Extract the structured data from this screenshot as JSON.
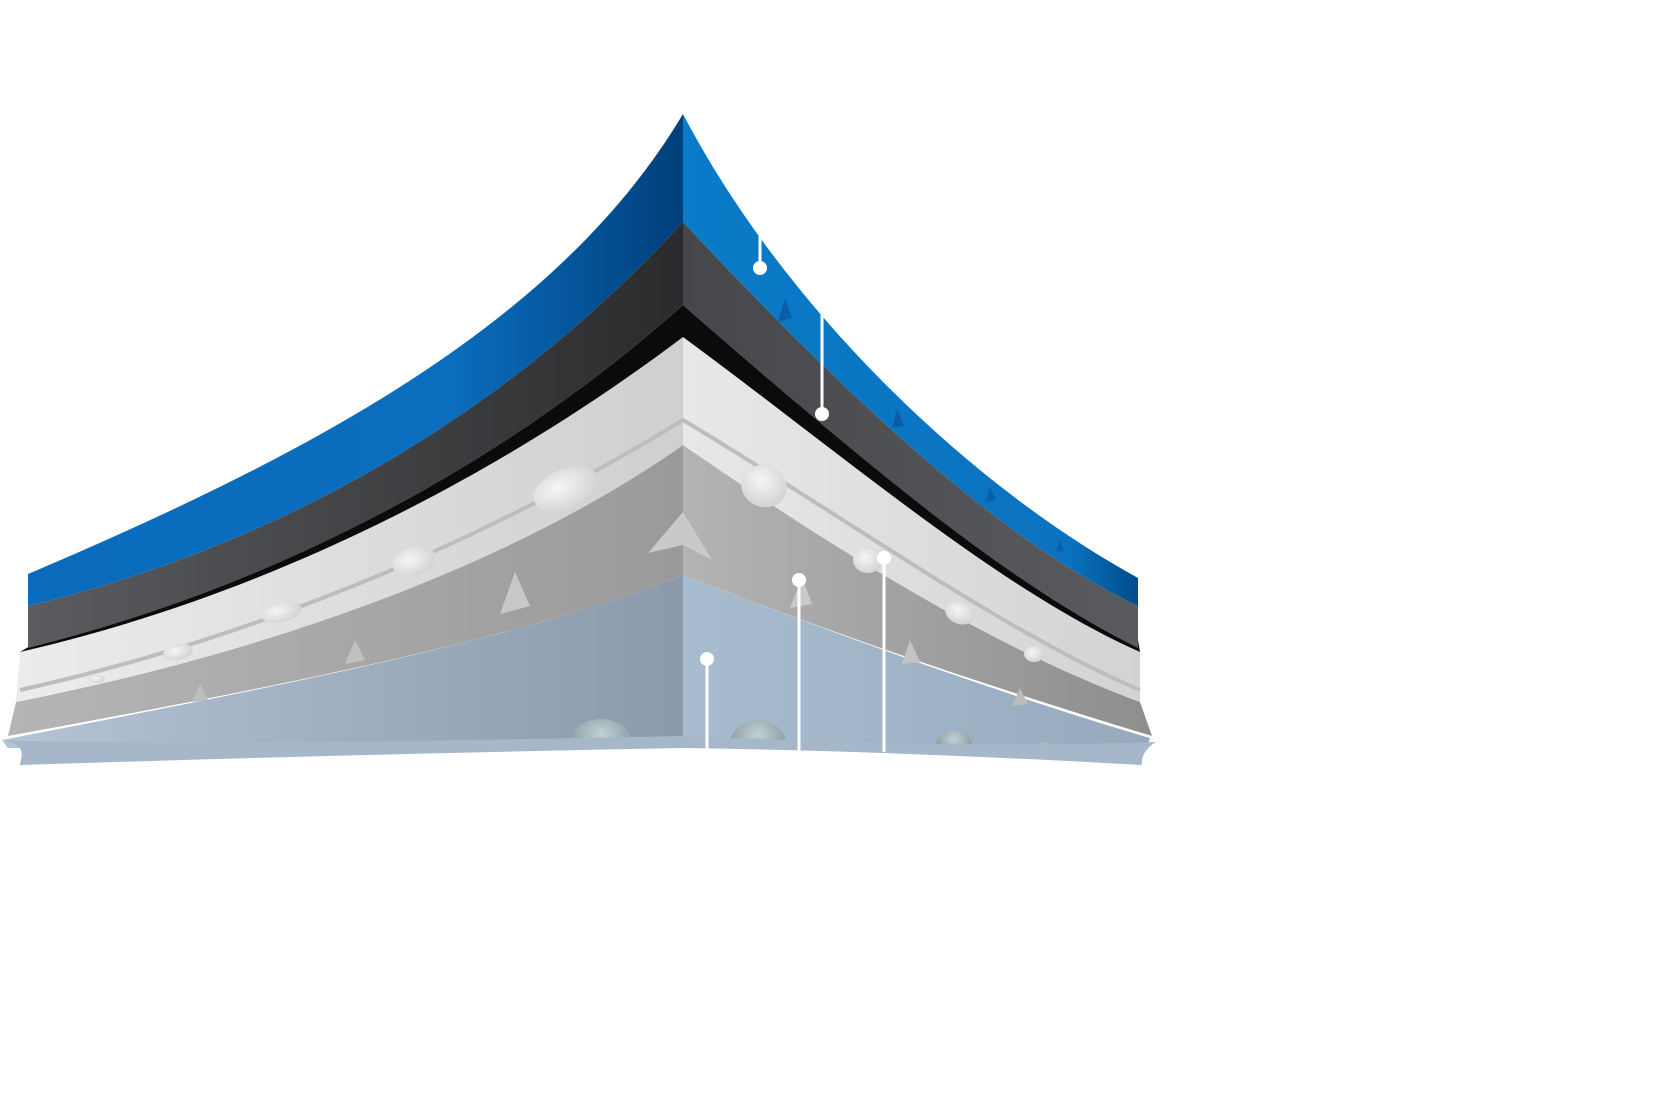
{
  "diagram": {
    "layers": [
      {
        "id": "top-coat",
        "icon": "layer-blue-icon",
        "color_left": "#004a8c",
        "color_right": "#0a74c4"
      },
      {
        "id": "dark-layer",
        "icon": "layer-dark-icon",
        "color_left": "#2e2f31",
        "color_right": "#4a4b4e"
      },
      {
        "id": "light-layer",
        "icon": "layer-light-icon",
        "color_left": "#d7d7d7",
        "color_right": "#e9e9e9"
      },
      {
        "id": "mid-gray-layer",
        "icon": "layer-mid-gray-icon",
        "color_left": "#a3a3a3",
        "color_right": "#b9b9b9"
      },
      {
        "id": "substrate",
        "icon": "layer-substrate-icon",
        "color_left": "#9fb1c4",
        "color_right": "#a9bdd1"
      }
    ],
    "callouts": [
      {
        "id": "callout-1"
      },
      {
        "id": "callout-2"
      },
      {
        "id": "callout-3"
      },
      {
        "id": "callout-4"
      },
      {
        "id": "callout-5"
      }
    ],
    "colors": {
      "callout": "#ffffff",
      "edge-black": "#0b0b0b"
    }
  }
}
